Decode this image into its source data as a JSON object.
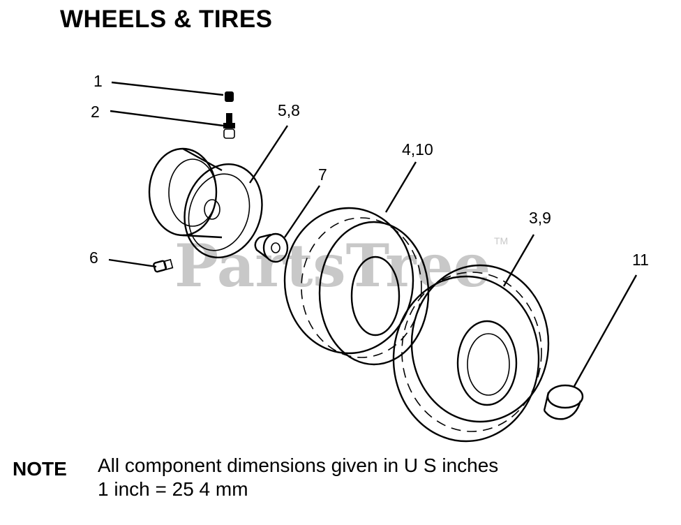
{
  "title": "WHEELS & TIRES",
  "watermark": {
    "text": "PartsTree",
    "trademark": "TM"
  },
  "callouts": {
    "c1": "1",
    "c2": "2",
    "c58": "5,8",
    "c7": "7",
    "c410": "4,10",
    "c39": "3,9",
    "c6": "6",
    "c11": "11"
  },
  "note": {
    "label": "NOTE",
    "line1": "All component dimensions given in U S  inches",
    "line2": "1 inch = 25 4 mm"
  }
}
